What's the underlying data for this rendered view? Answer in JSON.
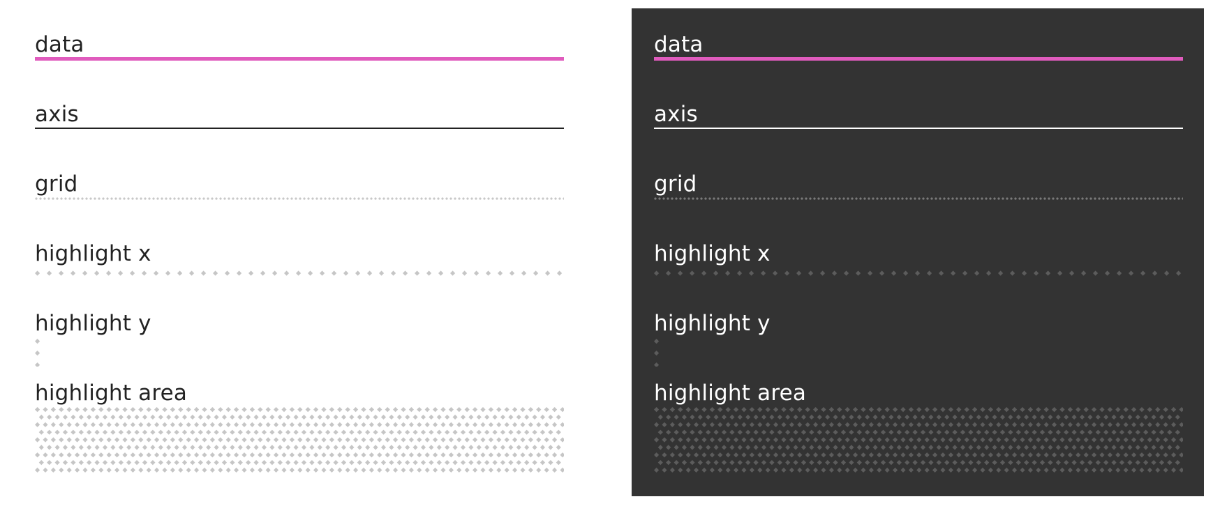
{
  "colors": {
    "data": "#e05bbd",
    "light_axis": "#222222",
    "dark_axis": "#ffffff",
    "light_pattern": "#c6c6c6",
    "dark_pattern": "#5c5c5c",
    "dark_background": "#333333"
  },
  "light": {
    "data_label": "data",
    "axis_label": "axis",
    "grid_label": "grid",
    "highlight_x_label": "highlight x",
    "highlight_y_label": "highlight y",
    "highlight_area_label": "highlight area"
  },
  "dark": {
    "data_label": "data",
    "axis_label": "axis",
    "grid_label": "grid",
    "highlight_x_label": "highlight x",
    "highlight_y_label": "highlight y",
    "highlight_area_label": "highlight area"
  }
}
